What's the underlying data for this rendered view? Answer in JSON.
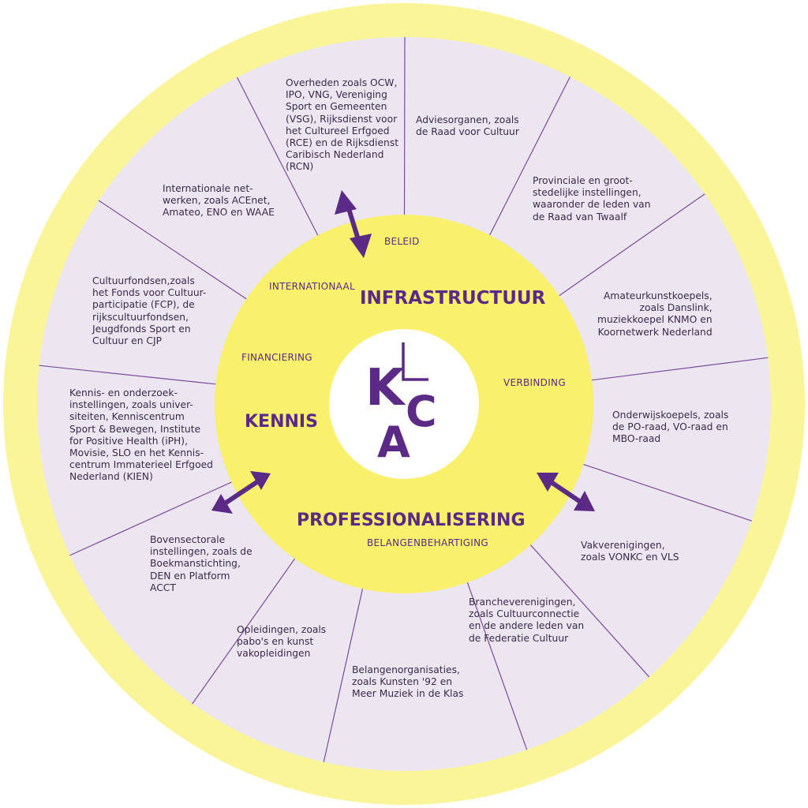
{
  "colors": {
    "outer_ring": "#fbf59a",
    "segment_fill": "#ece6f1",
    "segment_line": "#7b4c9c",
    "inner_disc": "#f9f06b",
    "center_disc": "#ffffff",
    "accent": "#5b2a86"
  },
  "segments": [
    {
      "id": "adviesorganen",
      "text": "Adviesorganen, zoals\nde Raad voor Cultuur"
    },
    {
      "id": "provinciale",
      "text": "Provinciale en groot-\nstedelijke instellingen,\nwaaronder de leden van\nde Raad van Twaalf"
    },
    {
      "id": "amateurkunst",
      "text": "Amateurkunstkoepels,\nzoals Danslink,\nmuziekkoepel KNMO en\nKoornetwerk Nederland"
    },
    {
      "id": "onderwijskoepels",
      "text": "Onderwijskoepels, zoals\nde PO-raad, VO-raad en\nMBO-raad"
    },
    {
      "id": "vakverenigingen",
      "text": "Vakverenigingen,\nzoals VONKC en VLS"
    },
    {
      "id": "brancheverenigingen",
      "text": "Brancheverenigingen,\nzoals Cultuurconnectie\nen de andere leden van\nde Federatie Cultuur"
    },
    {
      "id": "belangenorganisaties",
      "text": "Belangenorganisaties,\nzoals Kunsten '92 en\nMeer Muziek in de Klas"
    },
    {
      "id": "opleidingen",
      "text": "Opleidingen, zoals\npabo's en kunst\nvakopleidingen"
    },
    {
      "id": "bovensectorale",
      "text": "Bovensectorale\ninstellingen, zoals de\nBoekmanstichting,\nDEN en Platform\nACCT"
    },
    {
      "id": "kennis-onderzoek",
      "text": "Kennis- en onderzoek-\ninstellingen, zoals univer-\nsiteiten, Kenniscentrum\nSport & Bewegen, Institute\nfor Positive Health (iPH),\nMovisie, SLO en het Kennis-\ncentrum Immaterieel Erfgoed\nNederland (KIEN)"
    },
    {
      "id": "cultuurfondsen",
      "text": "Cultuurfondsen,zoals\nhet Fonds voor Cultuur-\nparticipatie (FCP), de\nrijkscultuurfondsen,\nJeugdfonds Sport en\nCultuur en CJP"
    },
    {
      "id": "internationale",
      "text": "Internationale net-\nwerken, zoals ACEnet,\nAmateo, ENO en WAAE"
    },
    {
      "id": "overheden",
      "text": "Overheden zoals OCW,\nIPO, VNG, Vereniging\nSport en Gemeenten\n(VSG), Rijksdienst voor\nhet Cultureel Erfgoed\n(RCE) en de Rijksdienst\nCaribisch Nederland\n(RCN)"
    }
  ],
  "ring_labels": {
    "beleid": "BELEID",
    "internationaal": "INTERNATIONAAL",
    "financiering": "FINANCIERING",
    "verbinding": "VERBINDING",
    "belangenbehartiging": "BELANGENBEHARTIGING"
  },
  "big_labels": {
    "infrastructuur": "INFRASTRUCTUUR",
    "kennis": "KENNIS",
    "professionalisering": "PROFESSIONALISERING"
  },
  "logo": {
    "k": "K",
    "l": "L",
    "c": "C",
    "a": "A"
  }
}
